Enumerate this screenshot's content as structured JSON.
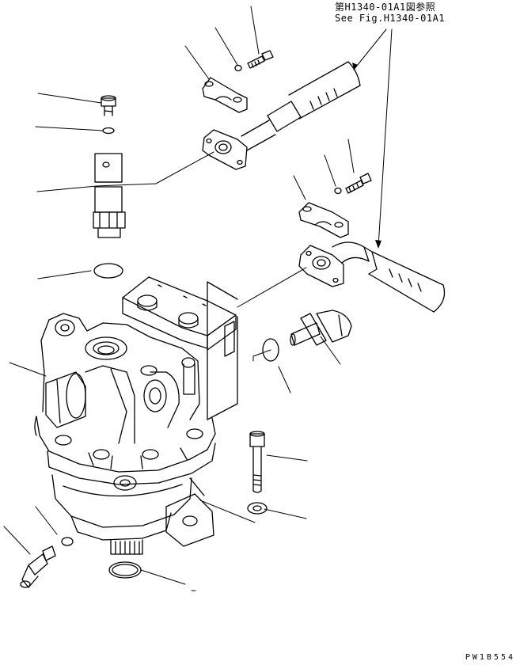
{
  "reference": {
    "japanese": "第H1340-01A1図参照",
    "english": "See Fig.H1340-01A1"
  },
  "figure_code": "PW1B554",
  "colors": {
    "ink": "#000000",
    "paper": "#ffffff"
  }
}
